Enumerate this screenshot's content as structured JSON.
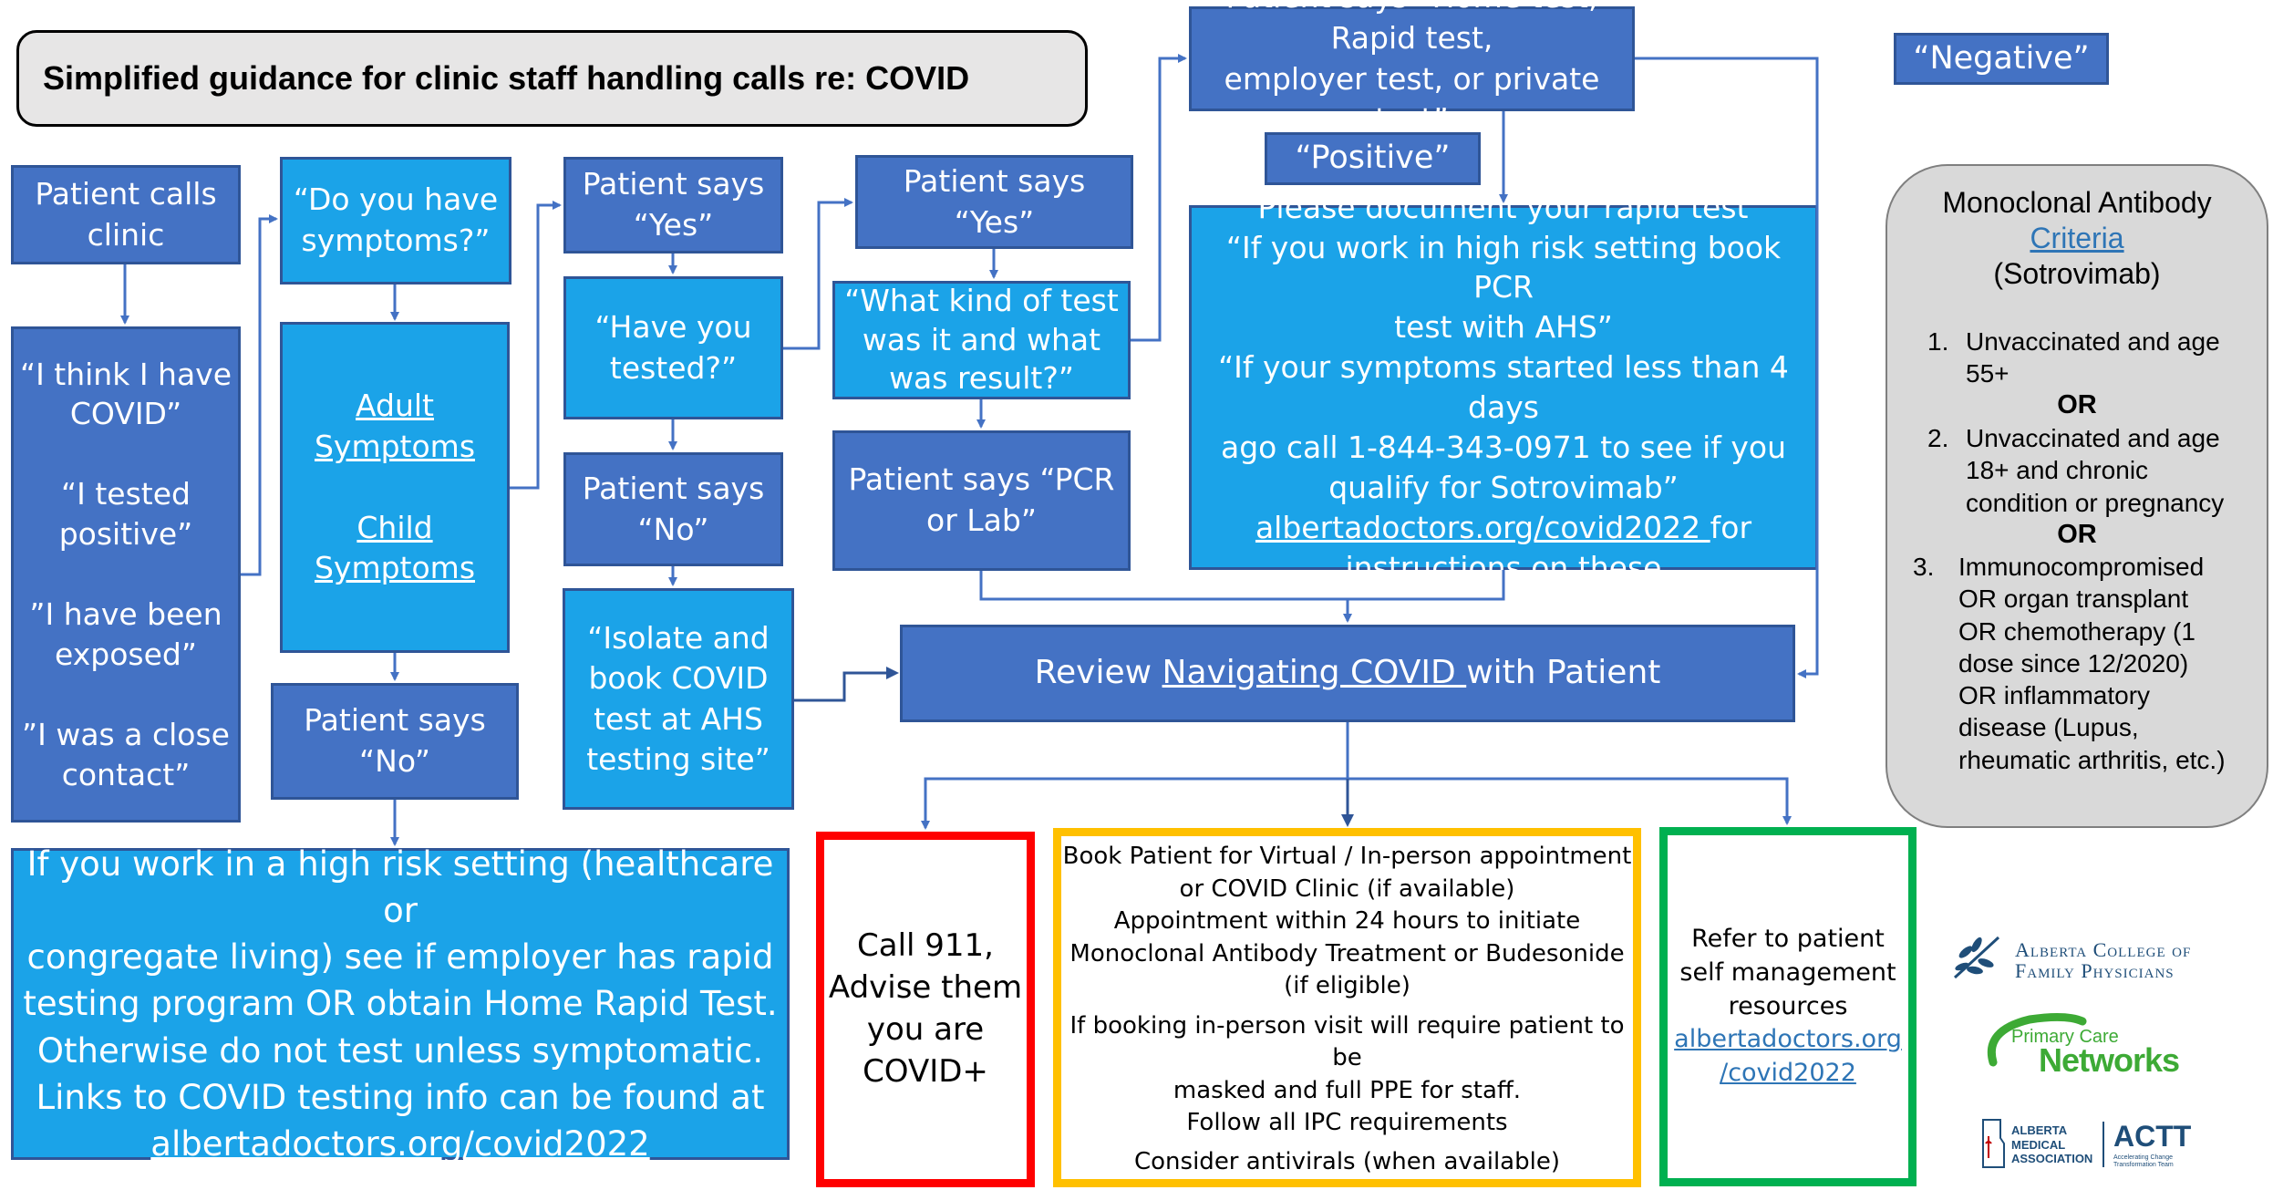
{
  "title": "Simplified guidance for clinic staff handling calls re: COVID",
  "boxes": {
    "patient_calls": [
      "Patient calls",
      "clinic"
    ],
    "statements": [
      "“I think I have",
      "COVID”",
      "“I tested",
      "positive”",
      "”I have been",
      "exposed”",
      "”I was a close",
      "contact”"
    ],
    "do_you_have_symptoms": [
      "“Do you have",
      "symptoms?”"
    ],
    "adult_symptoms": [
      "Adult",
      "Symptoms"
    ],
    "child_symptoms": [
      "Child",
      "Symptoms"
    ],
    "patient_says_no_1": [
      "Patient says",
      "“No”"
    ],
    "patient_says_yes_1": [
      "Patient says",
      "“Yes”"
    ],
    "have_you_tested": [
      "“Have you",
      "tested?”"
    ],
    "patient_says_no_2": [
      "Patient says",
      "“No”"
    ],
    "isolate": [
      "“Isolate and",
      "book COVID",
      "test at AHS",
      "testing site”"
    ],
    "patient_says_yes_2": [
      "Patient says",
      "“Yes”"
    ],
    "what_kind": [
      "“What kind of test",
      "was it and what",
      "was result?”"
    ],
    "pcr_or_lab": [
      "Patient says “PCR",
      "or Lab”"
    ],
    "home_test": [
      "Patient says “Home test, Rapid test,",
      "employer test, or private test”"
    ],
    "positive": "“Positive”",
    "negative": "“Negative”",
    "document": [
      "“Please document your rapid test”",
      "“If you work in high risk setting book PCR",
      "test with AHS”",
      "“If your symptoms started less than 4 days",
      "ago call 1-844-343-0971 to see if you",
      "qualify for Sotrovimab”"
    ],
    "document_link": "albertadoctors.org/covid2022 ",
    "document_link_suffix": "for",
    "document_last": "instructions on these",
    "review_prefix": "Review ",
    "review_link": "Navigating COVID ",
    "review_suffix": "with Patient",
    "high_risk": [
      "If you work in a high risk setting (healthcare or",
      "congregate living) see if employer has rapid",
      "testing program OR obtain Home Rapid Test.",
      "Otherwise do not test unless symptomatic.",
      "Links to COVID testing info can be found at"
    ],
    "high_risk_link": "albertadoctors.org/covid2022"
  },
  "outcomes": {
    "red": [
      "Call 911,",
      "Advise them",
      "you are",
      "COVID+"
    ],
    "yellow": [
      "Book Patient for Virtual / In-person appointment",
      "or COVID Clinic (if available)",
      "Appointment within 24 hours to initiate",
      "Monoclonal Antibody Treatment or Budesonide",
      "(if eligible)",
      "",
      "If booking in-person visit will require patient to be",
      "masked and full PPE for staff.",
      "Follow all IPC requirements",
      "",
      "Consider antivirals (when available)"
    ],
    "green": [
      "Refer to patient",
      "self management",
      "resources"
    ],
    "green_link": [
      "albertadoctors.org",
      "/covid2022"
    ]
  },
  "monoclonal": {
    "heading": "Monoclonal Antibody",
    "criteria_link": "Criteria",
    "drug": "(Sotrovimab)",
    "item1": [
      "1.",
      "Unvaccinated and age",
      "55+"
    ],
    "or1": "OR",
    "item2": [
      "2.",
      "Unvaccinated and age",
      "18+ and chronic",
      "condition or pregnancy"
    ],
    "or2": "OR",
    "item3": [
      "3.",
      "Immunocompromised",
      "OR organ transplant",
      "OR chemotherapy (1",
      "dose since 12/2020)",
      "OR inflammatory",
      "disease (Lupus,",
      "rheumatic arthritis, etc.)"
    ]
  },
  "logos": {
    "acfp": [
      "Alberta College of",
      "Family Physicians"
    ],
    "pcn": [
      "Primary Care",
      "Networks"
    ],
    "ama": [
      "ALBERTA",
      "MEDICAL",
      "ASSOCIATION"
    ],
    "actt": "ACTT",
    "actt_sub": [
      "Accelerating Change",
      "Transformation Team"
    ]
  },
  "colors": {
    "dark_box": "#4472C4",
    "light_box": "#1BA3E8",
    "border": "#2F5597",
    "red": "#FF0000",
    "yellow": "#FFC000",
    "green": "#00B050",
    "mab_bg": "#D9D9D9"
  }
}
